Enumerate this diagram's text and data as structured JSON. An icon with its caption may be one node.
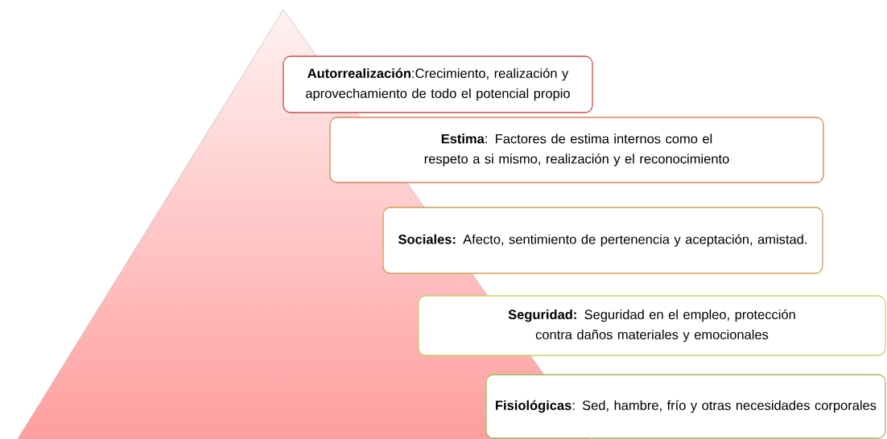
{
  "diagram": {
    "nodes": [
      {
        "text": [
          "**Autorrealización**:Crecimiento, realización y aprovechamiento de todo el potencial propio"
        ]
      },
      {
        "text": [
          "**Estima**: Factores de estima internos como el respeto a si mismo, realización y el reconocimiento"
        ]
      },
      {
        "text": [
          "**Sociales:** Afecto, sentimiento de pertenencia y aceptación, amistad."
        ]
      },
      {
        "text": [
          "**Seguridad:** Seguridad en el empleo,  protección contra daños materiales y emocionales"
        ]
      },
      {
        "text": [
          "**Fisiológicas**: Sed, hambre, frío y otras necesidades corporales"
        ]
      }
    ]
  }
}
